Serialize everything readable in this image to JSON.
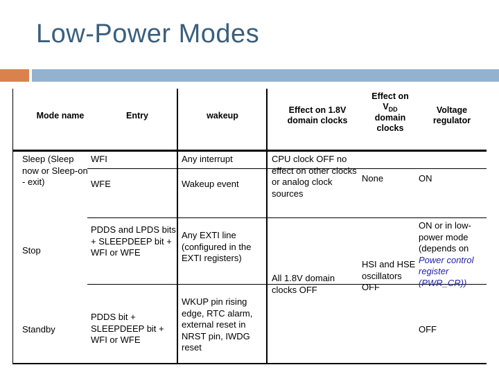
{
  "slide": {
    "title": "Low-Power Modes",
    "title_color": "#3a5f7d",
    "banner_accent_color": "#d9824e",
    "banner_bar_color": "#93b2d0"
  },
  "table": {
    "headers": {
      "mode_name": "Mode name",
      "entry": "Entry",
      "wakeup": "wakeup",
      "effect_18v": "Effect on 1.8V domain clocks",
      "effect_vdd_line1": "Effect on",
      "effect_vdd_v": "V",
      "effect_vdd_sub": "DD",
      "effect_vdd_line2": "domain",
      "effect_vdd_line3": "clocks",
      "voltage_regulator": "Voltage regulator"
    },
    "rows": [
      {
        "mode_name": "Sleep (Sleep now or Sleep-on - exit)",
        "entry_a": "WFI",
        "entry_b": "WFE",
        "wakeup_a": "Any interrupt",
        "wakeup_b": "Wakeup event",
        "effect_18v": "CPU clock OFF no effect on other clocks or analog clock sources",
        "effect_vdd": "None",
        "voltage_regulator": "ON"
      },
      {
        "mode_name": "Stop",
        "entry": "PDDS and LPDS bits + SLEEPDEEP bit + WFI or WFE",
        "wakeup": "Any EXTI line (configured in the EXTI registers)",
        "effect_18v": "All 1.8V domain clocks OFF",
        "effect_vdd": "HSI and HSE oscillators OFF",
        "voltage_regulator_plain_a": "ON or in low-power mode (depends on ",
        "voltage_regulator_link": "Power control register (PWR_CR))"
      },
      {
        "mode_name": "Standby",
        "entry": "PDDS bit + SLEEPDEEP bit + WFI or WFE",
        "wakeup": "WKUP pin rising edge, RTC alarm, external reset in NRST pin, IWDG reset",
        "voltage_regulator": "OFF"
      }
    ]
  }
}
